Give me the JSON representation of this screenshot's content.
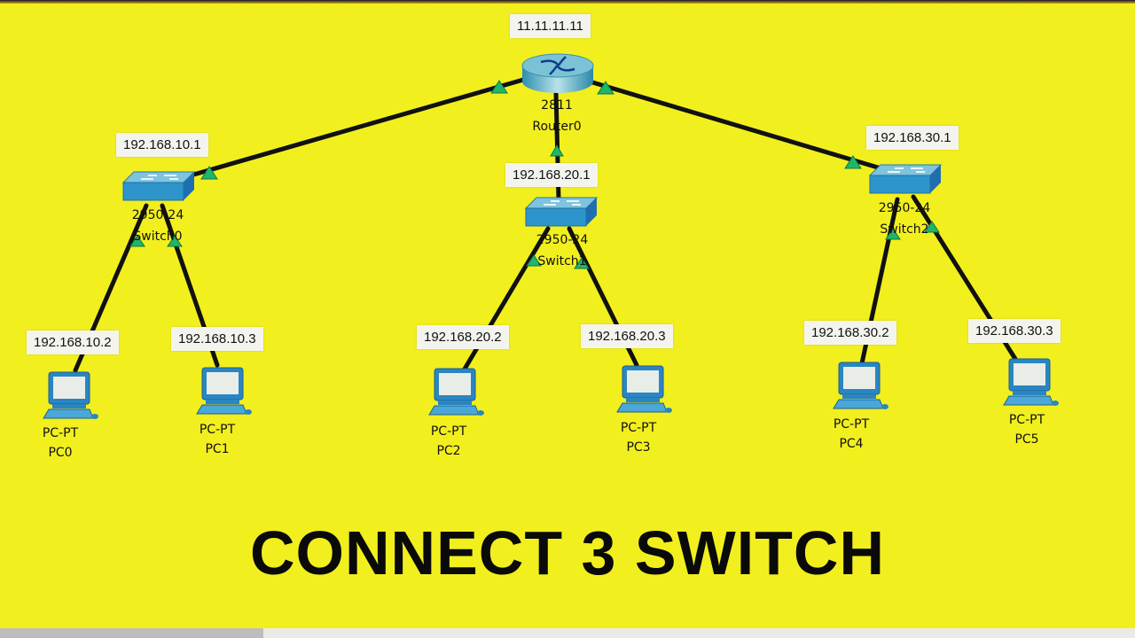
{
  "title": "CONNECT 3 SWITCH",
  "colors": {
    "background": "#f2ef1e",
    "link": "#111111",
    "port_up": "#1fb56a",
    "device_blue": "#2f8fc4"
  },
  "router": {
    "icon": "router-icon",
    "ip": "11.11.11.11",
    "model": "2811",
    "name": "Router0"
  },
  "switches": [
    {
      "icon": "switch-icon",
      "ip": "192.168.10.1",
      "model": "2950-24",
      "name": "Switch0"
    },
    {
      "icon": "switch-icon",
      "ip": "192.168.20.1",
      "model": "2950-24",
      "name": "Switch1"
    },
    {
      "icon": "switch-icon",
      "ip": "192.168.30.1",
      "model": "2950-24",
      "name": "Switch2"
    }
  ],
  "pcs": [
    {
      "icon": "pc-icon",
      "ip": "192.168.10.2",
      "model": "PC-PT",
      "name": "PC0",
      "switch": "Switch0"
    },
    {
      "icon": "pc-icon",
      "ip": "192.168.10.3",
      "model": "PC-PT",
      "name": "PC1",
      "switch": "Switch0"
    },
    {
      "icon": "pc-icon",
      "ip": "192.168.20.2",
      "model": "PC-PT",
      "name": "PC2",
      "switch": "Switch1"
    },
    {
      "icon": "pc-icon",
      "ip": "192.168.20.3",
      "model": "PC-PT",
      "name": "PC3",
      "switch": "Switch1"
    },
    {
      "icon": "pc-icon",
      "ip": "192.168.30.2",
      "model": "PC-PT",
      "name": "PC4",
      "switch": "Switch2"
    },
    {
      "icon": "pc-icon",
      "ip": "192.168.30.3",
      "model": "PC-PT",
      "name": "PC5",
      "switch": "Switch2"
    }
  ],
  "links": [
    {
      "from": "Router0",
      "to": "Switch0"
    },
    {
      "from": "Router0",
      "to": "Switch1"
    },
    {
      "from": "Router0",
      "to": "Switch2"
    },
    {
      "from": "Switch0",
      "to": "PC0"
    },
    {
      "from": "Switch0",
      "to": "PC1"
    },
    {
      "from": "Switch1",
      "to": "PC2"
    },
    {
      "from": "Switch1",
      "to": "PC3"
    },
    {
      "from": "Switch2",
      "to": "PC4"
    },
    {
      "from": "Switch2",
      "to": "PC5"
    }
  ]
}
